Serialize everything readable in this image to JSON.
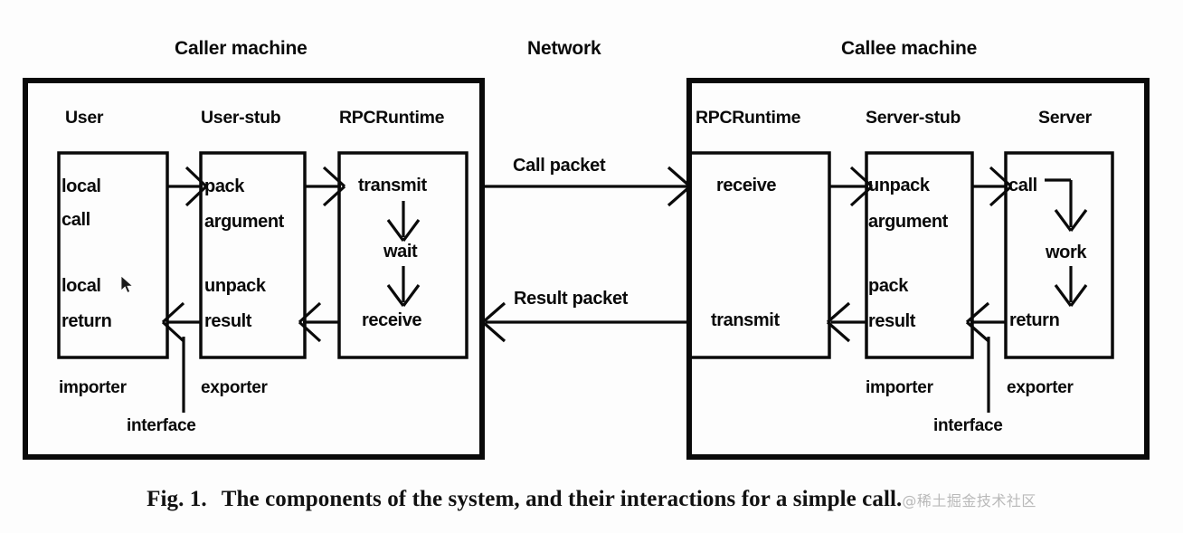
{
  "figure": {
    "caption_number": "Fig. 1.",
    "caption_text": "The components of the system, and their interactions for a simple call.",
    "watermark": "@稀土掘金技术社区",
    "ink_color": "#0a0a0a",
    "background_color": "#fdfdfd"
  },
  "network": {
    "title": "Network",
    "call_packet_label": "Call packet",
    "result_packet_label": "Result packet"
  },
  "caller": {
    "title": "Caller machine",
    "columns": [
      {
        "title": "User",
        "steps": [
          "local",
          "call",
          "local",
          "return"
        ],
        "role": "importer"
      },
      {
        "title": "User-stub",
        "steps": [
          "pack",
          "argument",
          "unpack",
          "result"
        ],
        "role": "exporter"
      },
      {
        "title": "RPCRuntime",
        "steps": [
          "transmit",
          "wait",
          "receive"
        ],
        "role": ""
      }
    ],
    "interface_label": "interface"
  },
  "callee": {
    "title": "Callee machine",
    "columns": [
      {
        "title": "RPCRuntime",
        "steps": [
          "receive",
          "transmit"
        ],
        "role": ""
      },
      {
        "title": "Server-stub",
        "steps": [
          "unpack",
          "argument",
          "pack",
          "result"
        ],
        "role": "importer"
      },
      {
        "title": "Server",
        "steps": [
          "call",
          "work",
          "return"
        ],
        "role": "exporter"
      }
    ],
    "interface_label": "interface"
  }
}
